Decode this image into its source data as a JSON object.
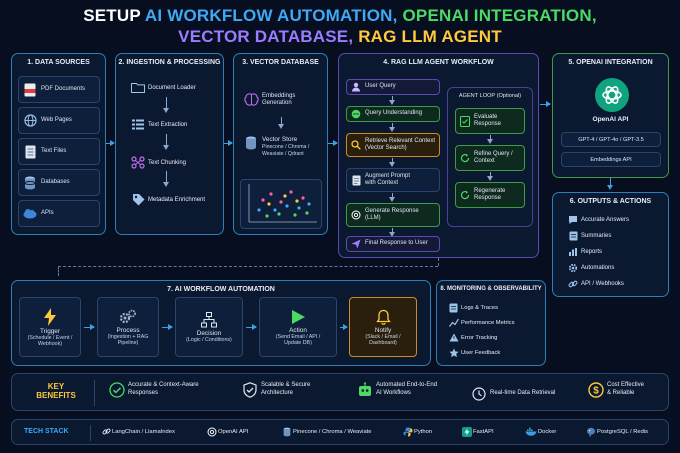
{
  "title": {
    "line1_a": "SETUP",
    "line1_b": "AI WORKFLOW AUTOMATION,",
    "line1_c": "OPENAI INTEGRATION,",
    "line2_a": "VECTOR DATABASE,",
    "line2_b": "RAG LLM AGENT"
  },
  "colors": {
    "white": "#ffffff",
    "blue": "#3fa9f5",
    "green": "#4cd964",
    "purple": "#9b7bff",
    "yellow": "#ffc83d",
    "orange": "#ff9f1c"
  },
  "sections": {
    "data_sources": {
      "title": "1. DATA SOURCES",
      "items": [
        "PDF Documents",
        "Web Pages",
        "Text Files",
        "Databases",
        "APIs"
      ]
    },
    "ingestion": {
      "title": "2. INGESTION & PROCESSING",
      "items": [
        "Document Loader",
        "Text Extraction",
        "Text Chunking",
        "Metadata Enrichment"
      ]
    },
    "vector_db": {
      "title": "3. VECTOR DATABASE",
      "embeddings": "Embeddings\nGeneration",
      "store_title": "Vector Store",
      "store_sub": "Pinecone / Chroma /\nWeaviate / Qdrant"
    },
    "rag": {
      "title": "4. RAG LLM AGENT WORKFLOW",
      "steps": [
        "User Query",
        "Query Understanding",
        "Retrieve Relevant Context\n(Vector Search)",
        "Augment Prompt\nwith Context",
        "Generate Response\n(LLM)",
        "Final Response to User"
      ],
      "loop_title": "AGENT LOOP (Optional)",
      "loop": [
        "Evaluate\nResponse",
        "Refine Query /\nContext",
        "Regenerate\nResponse"
      ]
    },
    "openai": {
      "title": "5. OPENAI INTEGRATION",
      "api": "OpenAI API",
      "models": "GPT-4 / GPT-4o / GPT-3.5",
      "embeddings": "Embeddings API"
    },
    "outputs": {
      "title": "6. OUTPUTS & ACTIONS",
      "items": [
        "Accurate Answers",
        "Summaries",
        "Reports",
        "Automations",
        "API / Webhooks"
      ]
    },
    "automation": {
      "title": "7. AI WORKFLOW AUTOMATION",
      "nodes": [
        {
          "name": "Trigger",
          "sub": "(Schedule / Event /\nWebhook)"
        },
        {
          "name": "Process",
          "sub": "(Ingestion + RAG\nPipeline)"
        },
        {
          "name": "Decision",
          "sub": "(Logic / Conditions)"
        },
        {
          "name": "Action",
          "sub": "(Send Email / API /\nUpdate DB)"
        },
        {
          "name": "Notify",
          "sub": "(Slack / Email /\nDashboard)"
        }
      ]
    },
    "monitoring": {
      "title": "8. MONITORING & OBSERVABILITY",
      "items": [
        "Logs & Traces",
        "Performance Metrics",
        "Error Tracking",
        "User Feedback"
      ]
    }
  },
  "benefits": {
    "label": "KEY\nBENEFITS",
    "items": [
      "Accurate & Context-Aware\nResponses",
      "Scalable & Secure\nArchitecture",
      "Automated End-to-End\nAI Workflows",
      "Real-time Data Retrieval",
      "Cost Effective\n& Reliable"
    ]
  },
  "tech": {
    "label": "TECH STACK",
    "items": [
      "LangChain / LlamaIndex",
      "OpenAI API",
      "Pinecone / Chroma / Weaviate",
      "Python",
      "FastAPI",
      "Docker",
      "PostgreSQL / Redis"
    ]
  }
}
